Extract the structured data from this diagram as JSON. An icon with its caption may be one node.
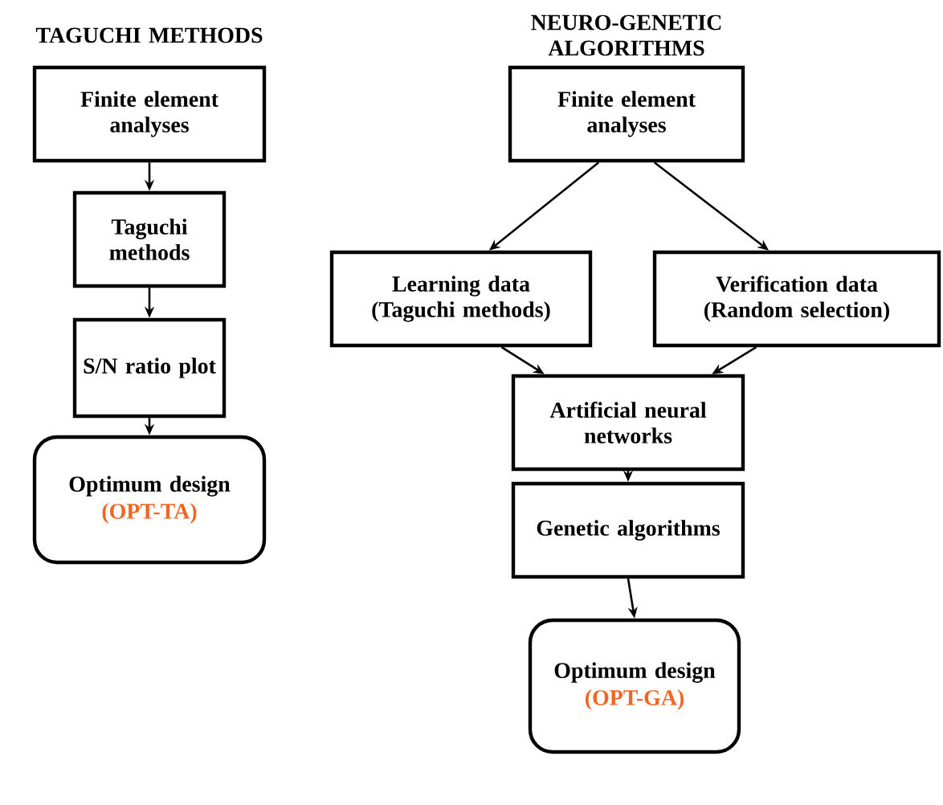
{
  "diagram": {
    "nodes": [
      {
        "text": [
          "Finite element analyses"
        ]
      },
      {
        "text": [
          "Taguchi methods"
        ]
      },
      {
        "text": [
          "S/N ratio plot"
        ]
      },
      {
        "text": [
          "Optimum design",
          "(OPT-TA)"
        ]
      },
      {
        "text": [
          "Finite element analyses"
        ]
      },
      {
        "text": [
          "Learning data (Taguchi methods)"
        ]
      },
      {
        "text": [
          "Verification data (Random selection)"
        ]
      },
      {
        "text": [
          "Artificial neural networks"
        ]
      },
      {
        "text": [
          "Genetic algorithms"
        ]
      },
      {
        "text": [
          "Optimum design",
          "(OPT-GA)"
        ]
      }
    ],
    "edges": [
      {
        "from": 0,
        "to": 1,
        "arrow": "to"
      },
      {
        "from": 1,
        "to": 2,
        "arrow": "to"
      },
      {
        "from": 2,
        "to": 3,
        "arrow": "to"
      },
      {
        "from": 4,
        "to": 5,
        "arrow": "to"
      },
      {
        "from": 4,
        "to": 6,
        "arrow": "to"
      },
      {
        "from": 5,
        "to": 7,
        "arrow": "to"
      },
      {
        "from": 6,
        "to": 7,
        "arrow": "to"
      },
      {
        "from": 7,
        "to": 8,
        "arrow": "to"
      },
      {
        "from": 8,
        "to": 9,
        "arrow": "to"
      }
    ],
    "labels": [
      "TAGUCHI METHODS",
      "NEURO-GENETIC ALGORITHMS"
    ]
  }
}
